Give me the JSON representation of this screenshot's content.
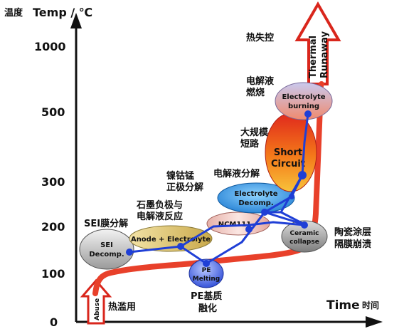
{
  "axes": {
    "y_label_cn": "温度",
    "y_label": "Temp / ℃",
    "x_label": "Time",
    "x_label_cn": "时间",
    "y_ticks": [
      "1000",
      "500",
      "300",
      "200",
      "100",
      "0"
    ]
  },
  "stages": {
    "sei": {
      "name_cn": "SEI膜分解",
      "line1": "SEI",
      "line2": "Decomp."
    },
    "anode": {
      "name_cn_1": "石墨负极与",
      "name_cn_2": "电解液反应",
      "label": "Anode + Electrolyte"
    },
    "pe": {
      "name_cn_1": "PE基质",
      "name_cn_2": "融化",
      "line1": "PE",
      "line2": "Melting"
    },
    "ncm": {
      "name_cn_1": "镍钴锰",
      "name_cn_2": "正极分解",
      "label": "NCM111"
    },
    "electrolyte_decomp": {
      "name_cn": "电解液分解",
      "line1": "Electrolyte",
      "line2": "Decomp."
    },
    "ceramic": {
      "name_cn_1": "陶瓷涂层",
      "name_cn_2": "隔膜崩溃",
      "line1": "Ceramic",
      "line2": "collapse"
    },
    "short": {
      "name_cn_1": "大规模",
      "name_cn_2": "短路",
      "line1": "Short",
      "line2": "Circuit"
    },
    "burning": {
      "name_cn_1": "电解液",
      "name_cn_2": "燃烧",
      "line1": "Electrolyte",
      "line2": "burning"
    },
    "runaway": {
      "name_cn": "热失控",
      "line1": "Thermal",
      "line2": "Runaway"
    },
    "abuse": {
      "name_cn": "热滥用",
      "label": "Abuse"
    }
  },
  "colors": {
    "curve": "#e8402a",
    "chain": "#1f3fd6",
    "arrow": "#d9261c"
  }
}
